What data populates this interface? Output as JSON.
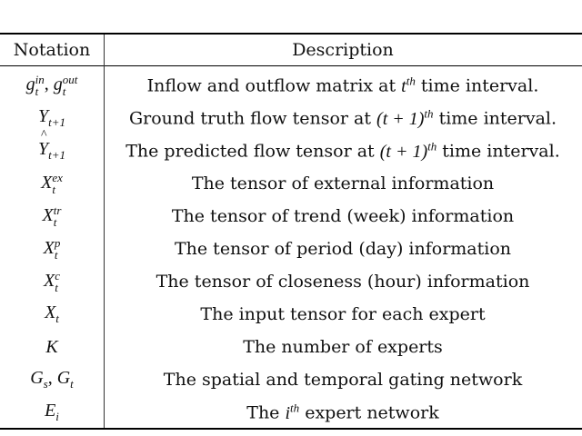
{
  "table": {
    "headers": {
      "notation": "Notation",
      "description": "Description"
    },
    "rows": [
      {
        "notation": [
          {
            "b": "g",
            "sub": "t",
            "sup": "in"
          },
          {
            "sep": ", "
          },
          {
            "b": "g",
            "sub": "t",
            "sup": "out"
          }
        ],
        "description": [
          {
            "t": "Inflow and outflow matrix at "
          },
          {
            "b": "t",
            "sup": "th"
          },
          {
            "t": " time interval."
          }
        ]
      },
      {
        "notation": [
          {
            "b": "Y",
            "sub": "t+1"
          }
        ],
        "description": [
          {
            "t": "Ground truth flow tensor at "
          },
          {
            "b": "(t + 1)",
            "sup": "th"
          },
          {
            "t": " time interval."
          }
        ]
      },
      {
        "notation": [
          {
            "b": "Y",
            "sub": "t+1",
            "hat": true
          }
        ],
        "description": [
          {
            "t": "The predicted flow tensor at "
          },
          {
            "b": "(t + 1)",
            "sup": "th"
          },
          {
            "t": " time interval."
          }
        ]
      },
      {
        "notation": [
          {
            "b": "X",
            "sub": "t",
            "sup": "ex"
          }
        ],
        "description": [
          {
            "t": "The tensor of external information"
          }
        ]
      },
      {
        "notation": [
          {
            "b": "X",
            "sub": "t",
            "sup": "tr"
          }
        ],
        "description": [
          {
            "t": "The tensor of trend (week) information"
          }
        ]
      },
      {
        "notation": [
          {
            "b": "X",
            "sub": "t",
            "sup": "p"
          }
        ],
        "description": [
          {
            "t": "The tensor of period (day) information"
          }
        ]
      },
      {
        "notation": [
          {
            "b": "X",
            "sub": "t",
            "sup": "c"
          }
        ],
        "description": [
          {
            "t": "The tensor of closeness (hour) information"
          }
        ]
      },
      {
        "notation": [
          {
            "b": "X",
            "sub": "t"
          }
        ],
        "description": [
          {
            "t": "The input tensor for each expert"
          }
        ]
      },
      {
        "notation": [
          {
            "b": "K"
          }
        ],
        "description": [
          {
            "t": "The number of experts"
          }
        ]
      },
      {
        "notation": [
          {
            "b": "G",
            "sub": "s"
          },
          {
            "sep": ", "
          },
          {
            "b": "G",
            "sub": "t"
          }
        ],
        "description": [
          {
            "t": "The spatial and temporal gating network"
          }
        ]
      },
      {
        "notation": [
          {
            "b": "E",
            "sub": "i"
          }
        ],
        "description": [
          {
            "t": "The "
          },
          {
            "b": "i",
            "sup": "th"
          },
          {
            "t": " expert network"
          }
        ]
      }
    ]
  }
}
